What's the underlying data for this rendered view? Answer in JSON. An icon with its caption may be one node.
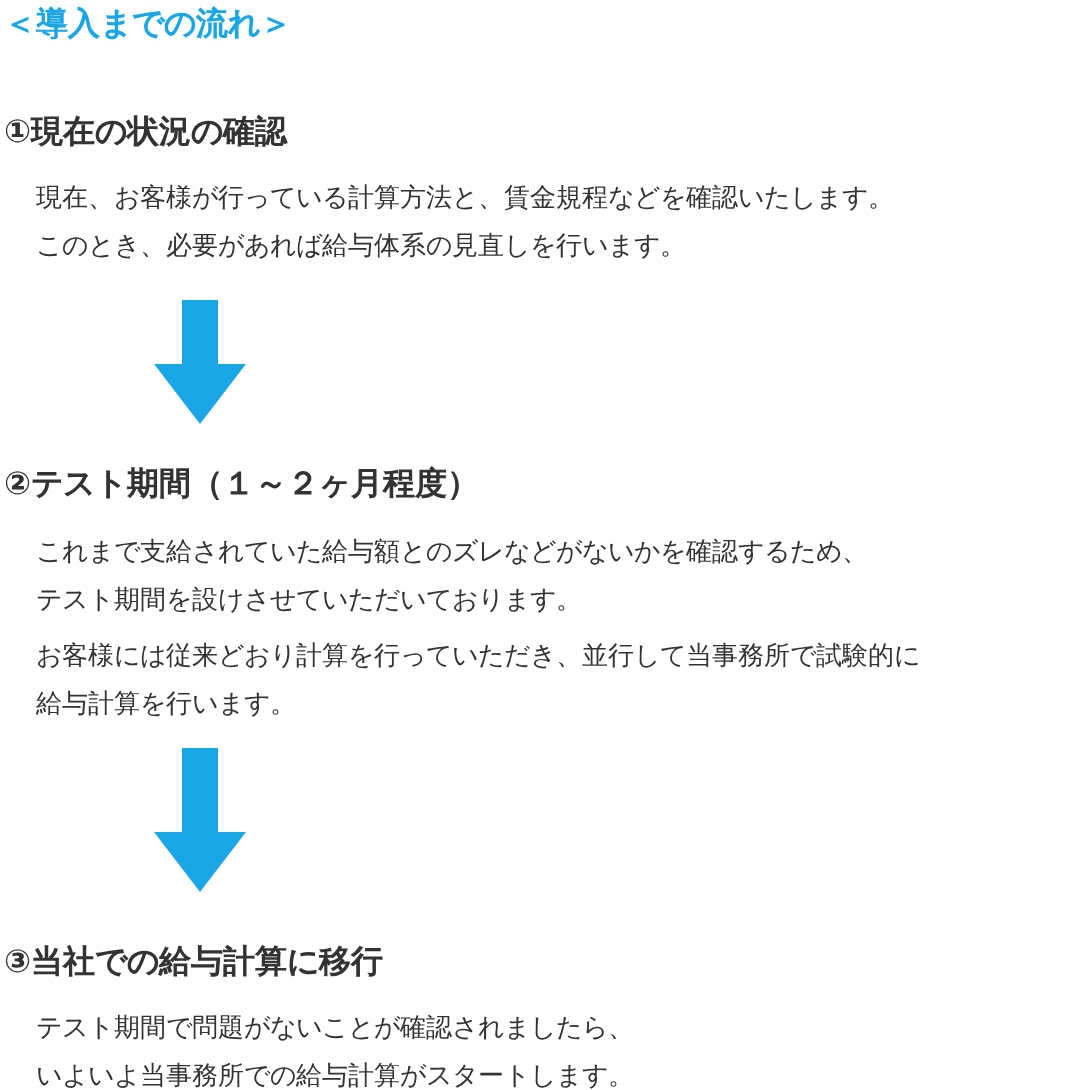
{
  "diagram": {
    "title": "＜導入までの流れ＞",
    "nodes": [
      {
        "text": [
          "①現在の状況の確認",
          "現在、お客様が行っている計算方法と、賃金規程などを確認いたします。",
          "このとき、必要があれば給与体系の見直しを行います。"
        ]
      },
      {
        "text": [
          "②テスト期間（１～２ヶ月程度）",
          "これまで支給されていた給与額とのズレなどがないかを確認するため、",
          "テスト期間を設けさせていただいております。",
          "お客様には従来どおり計算を行っていただき、並行して当事務所で試験的に",
          "給与計算を行います。"
        ]
      },
      {
        "text": [
          "③当社での給与計算に移行",
          "テスト期間で問題がないことが確認されましたら、",
          "いよいよ当事務所での給与計算がスタートします。"
        ]
      }
    ],
    "edges": [
      {
        "from": 0,
        "to": 1,
        "arrow": "to",
        "color": "#1aa6e4"
      },
      {
        "from": 1,
        "to": 2,
        "arrow": "to",
        "color": "#1aa6e4"
      }
    ]
  }
}
